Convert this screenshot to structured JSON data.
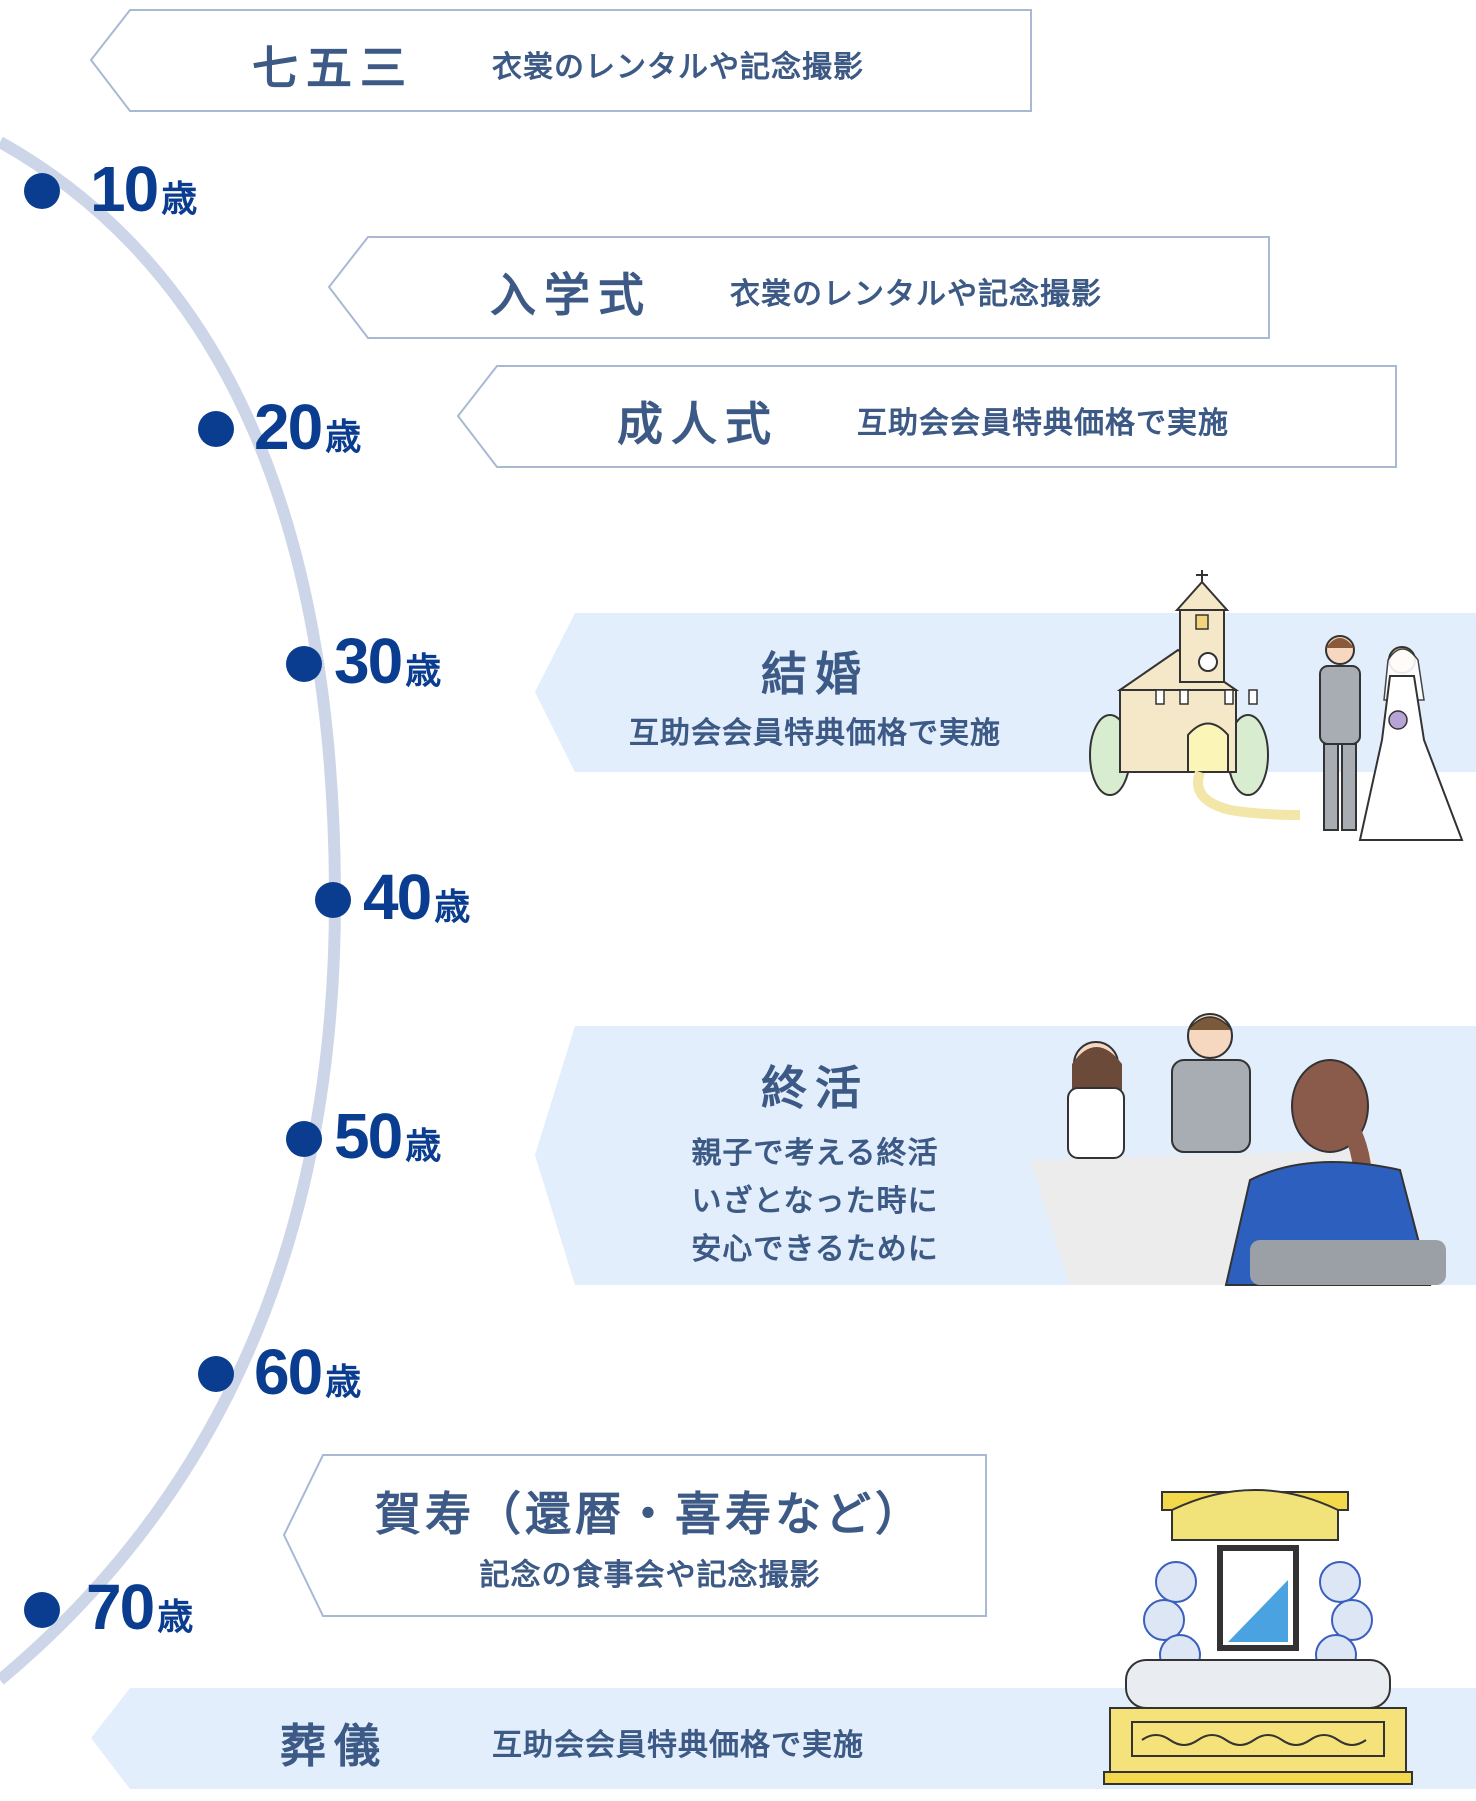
{
  "ages": [
    "10",
    "20",
    "30",
    "40",
    "50",
    "60",
    "70"
  ],
  "age_unit": "歳",
  "events": {
    "shichigosan": {
      "title": "七五三",
      "desc": "衣裳のレンタルや記念撮影"
    },
    "nyugakushiki": {
      "title": "入学式",
      "desc": "衣裳のレンタルや記念撮影"
    },
    "seijinshiki": {
      "title": "成人式",
      "desc": "互助会会員特典価格で実施"
    },
    "kekkon": {
      "title": "結婚",
      "desc": "互助会会員特典価格で実施"
    },
    "shukatsu": {
      "title": "終活",
      "lines": [
        "親子で考える終活",
        "いざとなった時に",
        "安心できるために"
      ]
    },
    "gaju": {
      "title": "賀寿（還暦・喜寿など）",
      "desc": "記念の食事会や記念撮影"
    },
    "sogi": {
      "title": "葬儀",
      "desc": "互助会会員特典価格で実施"
    }
  },
  "colors": {
    "primary": "#0a3d8f",
    "text": "#3c5a85",
    "timeline": "#cdd6e8",
    "banner_fill": "#e2eefb",
    "banner_border": "#a9b9d4"
  },
  "icons": [
    "chapel-illustration",
    "bride-groom-illustration",
    "family-consultation-illustration",
    "funeral-altar-illustration"
  ]
}
